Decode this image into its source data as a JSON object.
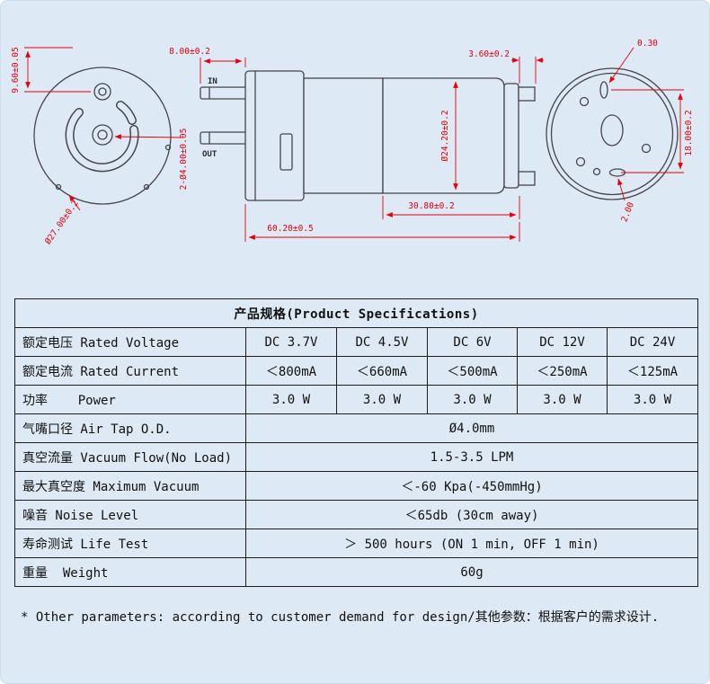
{
  "colors": {
    "background": "#dde9f4",
    "dimension_red": "#e8000a",
    "drawing_line": "#45454b",
    "table_border": "#1c1c1c"
  },
  "drawings": {
    "front_view": {
      "dims": {
        "port_spacing": "9.60±0.05",
        "outer_diameter": "Ø27.00±0.2",
        "port_diameter": "2-Ø4.00±0.05"
      }
    },
    "side_view": {
      "inlet_label": "IN",
      "outlet_label": "OUT",
      "dims": {
        "nozzle_length": "8.00±0.2",
        "body_diameter": "Ø24.20±0.2",
        "motor_length": "30.80±0.2",
        "total_length": "60.20±0.5"
      }
    },
    "rear_view": {
      "dims": {
        "slot_width": "0.30",
        "terminal_width": "3.60±0.2",
        "hole_spacing": "18.00±0.2",
        "slot_offset": "2.00"
      }
    }
  },
  "spec_table": {
    "title": "产品规格(Product Specifications)",
    "rows": [
      {
        "label": "额定电压 Rated Voltage",
        "values": [
          "DC 3.7V",
          "DC 4.5V",
          "DC 6V",
          "DC 12V",
          "DC 24V"
        ]
      },
      {
        "label": "额定电流 Rated Current",
        "values": [
          "＜800mA",
          "＜660mA",
          "＜500mA",
          "＜250mA",
          "＜125mA"
        ]
      },
      {
        "label": "功率    Power",
        "values": [
          "3.0 W",
          "3.0 W",
          "3.0 W",
          "3.0 W",
          "3.0 W"
        ]
      },
      {
        "label": "气嘴口径 Air Tap O.D.",
        "value": "Ø4.0mm"
      },
      {
        "label": "真空流量 Vacuum Flow(No Load)",
        "value": "1.5-3.5 LPM"
      },
      {
        "label": "最大真空度 Maximum Vacuum",
        "value": "＜-60 Kpa(-450mmHg)"
      },
      {
        "label": "噪音 Noise Level",
        "value": "＜65db (30cm away)"
      },
      {
        "label": "寿命测试 Life Test",
        "value": "＞ 500 hours (ON 1 min, OFF 1 min)"
      },
      {
        "label": "重量  Weight",
        "value": "60g"
      }
    ],
    "footnote": "* Other parameters: according to customer demand for design/其他参数：根据客户的需求设计."
  }
}
